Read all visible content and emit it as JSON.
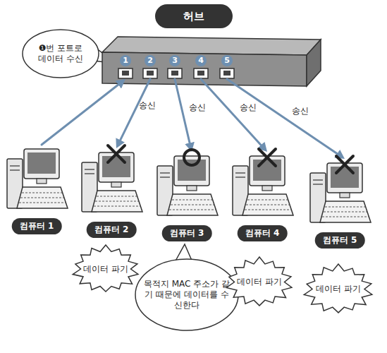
{
  "diagram": {
    "nodes": [
      {
        "text": [
          "허브"
        ]
      },
      {
        "text": [
          "1"
        ],
        "in": 0
      },
      {
        "text": [
          "2"
        ],
        "in": 0
      },
      {
        "text": [
          "3"
        ],
        "in": 0
      },
      {
        "text": [
          "4"
        ],
        "in": 0
      },
      {
        "text": [
          "5"
        ],
        "in": 0
      },
      {
        "text": [
          "❶번 포트로 데이터 수신"
        ]
      },
      {
        "text": [
          "컴퓨터 1"
        ]
      },
      {
        "text": [
          "컴퓨터 2"
        ]
      },
      {
        "text": [
          "컴퓨터 3"
        ]
      },
      {
        "text": [
          "컴퓨터 4"
        ]
      },
      {
        "text": [
          "컴퓨터 5"
        ]
      },
      {
        "text": [
          "데이터 파기"
        ]
      },
      {
        "text": [
          "목적지 MAC 주소가 같기 때문에 데이터를 수신한다"
        ]
      },
      {
        "text": [
          "데이터 파기"
        ]
      },
      {
        "text": [
          "데이터 파기"
        ]
      }
    ],
    "edges": [
      {
        "from": 7,
        "to": 1,
        "arrow": "to"
      },
      {
        "from": 2,
        "to": 8,
        "arrow": "to",
        "label": "송신"
      },
      {
        "from": 3,
        "to": 9,
        "arrow": "to",
        "label": "송신"
      },
      {
        "from": 4,
        "to": 10,
        "arrow": "to",
        "label": "송신"
      },
      {
        "from": 5,
        "to": 11,
        "arrow": "to",
        "label": "송신"
      }
    ]
  }
}
